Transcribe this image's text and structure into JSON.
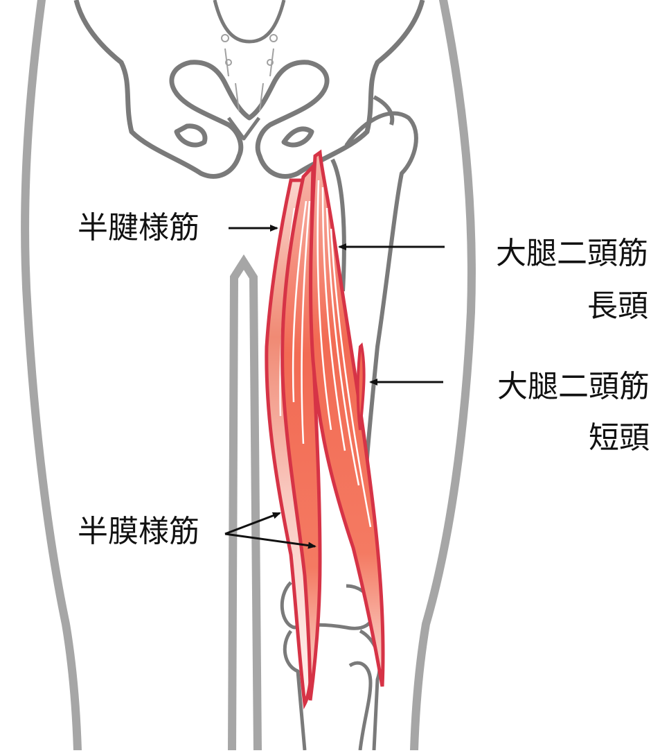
{
  "labels": {
    "semitendinosus": "半腱様筋",
    "biceps_long": "大腿二頭筋",
    "biceps_long_sub": "長頭",
    "biceps_short": "大腿二頭筋",
    "biceps_short_sub": "短頭",
    "semimembranosus": "半膜様筋"
  },
  "colors": {
    "outline": "#a6a6a6",
    "bone": "#7a7a7a",
    "muscle_edge": "#d63346",
    "muscle_fill": "#f26b54",
    "arrow": "#111111"
  }
}
